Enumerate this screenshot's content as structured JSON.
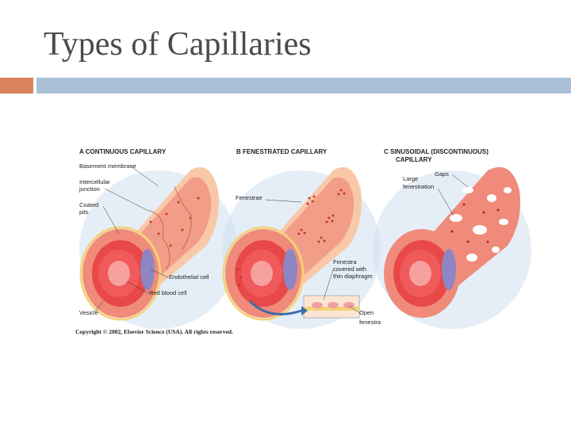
{
  "title": "Types of Capillaries",
  "colors": {
    "accent_orange": "#d9825b",
    "accent_blue": "#a9c0d6",
    "vessel_wall": "#f08a7a",
    "vessel_outer": "#f9c8a8",
    "lumen": "#e84848",
    "rbc": "#f05a5a",
    "endothelial_cell": "#8c86c4",
    "halo": "#cfe0f0"
  },
  "figure": {
    "panel_a": {
      "heading": "A   CONTINUOUS CAPILLARY",
      "labels": {
        "basement_membrane": "Basement membrane",
        "intercellular_1": "Intercellular",
        "intercellular_2": "junction",
        "coated_1": "Coated",
        "coated_2": "pits",
        "endothelial": "Endothelial cell",
        "rbc": "Red blood cell",
        "vesicle": "Vesicle"
      }
    },
    "panel_b": {
      "heading": "B   FENESTRATED CAPILLARY",
      "labels": {
        "fenestrae": "Fenestrae",
        "fen_diaphragm_1": "Fenestra",
        "fen_diaphragm_2": "covered with",
        "fen_diaphragm_3": "thin diaphragm",
        "open_1": "Open",
        "open_2": "fenestra"
      }
    },
    "panel_c": {
      "heading_1": "C   SINUSOIDAL (DISCONTINUOUS)",
      "heading_2": "CAPILLARY",
      "labels": {
        "gaps": "Gaps",
        "large_1": "Large",
        "large_2": "fenestration"
      }
    },
    "copyright": "Copyright © 2002, Elsevier Science (USA). All rights reserved."
  }
}
